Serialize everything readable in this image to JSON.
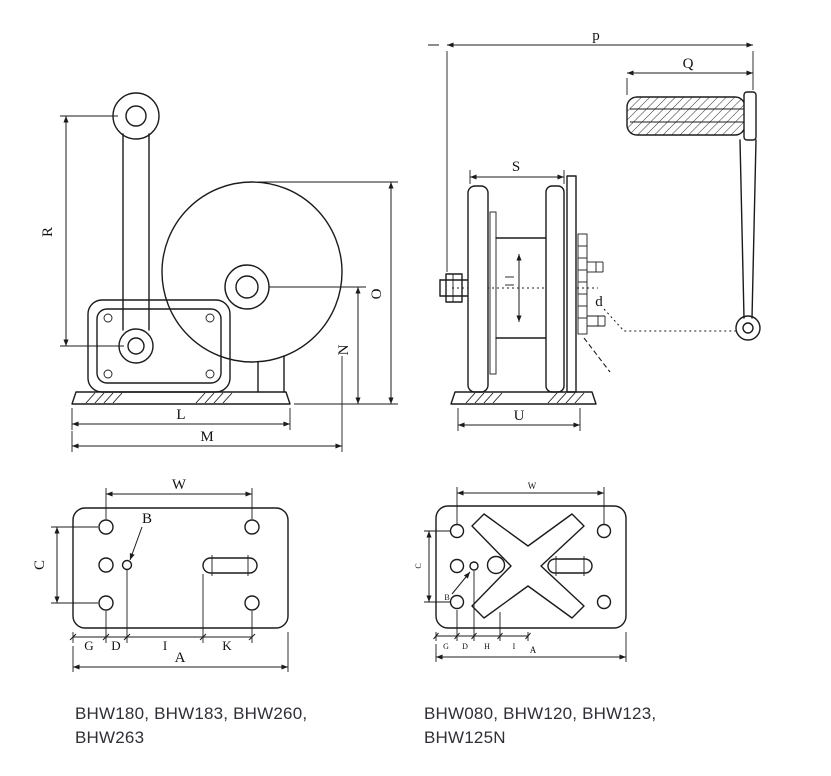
{
  "page": {
    "background": "#ffffff",
    "line_color": "#1b1b1b"
  },
  "captions": {
    "left_line1": "BHW180, BHW183, BHW260,",
    "left_line2": "BHW263",
    "right_line1": "BHW080, BHW120, BHW123,",
    "right_line2": "BHW125N"
  },
  "dimension_labels": {
    "side_view": {
      "R": "R",
      "O": "O",
      "N": "N",
      "L": "L",
      "M": "M"
    },
    "front_view": {
      "p": "p",
      "Q": "Q",
      "S": "S",
      "d": "d",
      "U": "U"
    },
    "plate_large": {
      "W": "W",
      "B": "B",
      "C": "C",
      "G": "G",
      "D": "D",
      "I": "I",
      "K": "K",
      "A": "A"
    },
    "plate_small": {
      "W": "W",
      "C": "C",
      "B": "B",
      "G": "G",
      "D": "D",
      "H": "H",
      "I": "I",
      "A": "A"
    }
  }
}
